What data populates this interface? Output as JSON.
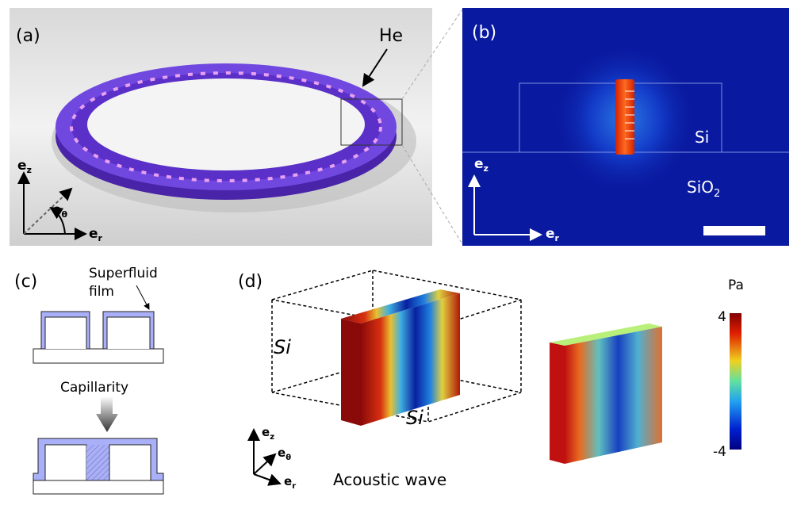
{
  "panel_a": {
    "label": "(a)",
    "he_label": "He",
    "axis_z": "e",
    "axis_z_sub": "z",
    "axis_theta": "e",
    "axis_theta_sub": "θ",
    "axis_r": "e",
    "axis_r_sub": "r"
  },
  "panel_b": {
    "label": "(b)",
    "si_label": "Si",
    "sio2_label": "SiO",
    "sio2_sub": "2",
    "axis_z": "e",
    "axis_z_sub": "z",
    "axis_r": "e",
    "axis_r_sub": "r"
  },
  "panel_c": {
    "label": "(c)",
    "film_label_1": "Superfluid",
    "film_label_2": "film",
    "capillarity_label": "Capillarity"
  },
  "panel_d": {
    "label": "(d)",
    "si_label_1": "Si",
    "si_label_2": "Si",
    "caption": "Acoustic wave",
    "axis_z": "e",
    "axis_z_sub": "z",
    "axis_theta": "e",
    "axis_theta_sub": "θ",
    "axis_r": "e",
    "axis_r_sub": "r",
    "colorbar": {
      "unit": "Pa",
      "max_label": "4",
      "min_label": "-4",
      "min": -4,
      "max": 4
    }
  },
  "colors": {
    "ring": "#6a3fd8",
    "field_bg": "#0a1aa0",
    "film": "#aab0f8"
  }
}
